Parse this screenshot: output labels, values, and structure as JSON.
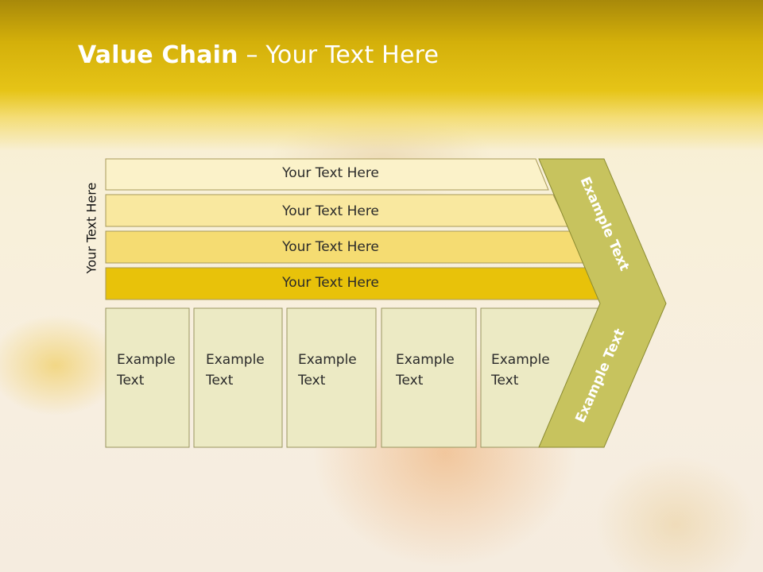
{
  "title": {
    "bold": "Value Chain",
    "rest": " – Your Text Here"
  },
  "side_label": "Your Text Here",
  "bands": [
    {
      "label": "Your Text Here",
      "color": "#fbf2c9"
    },
    {
      "label": "Your Text Here",
      "color": "#f9e89f"
    },
    {
      "label": "Your Text Here",
      "color": "#f5dc72"
    },
    {
      "label": "Your Text Here",
      "color": "#e8c20a"
    }
  ],
  "columns": [
    {
      "line1": "Example",
      "line2": "Text"
    },
    {
      "line1": "Example",
      "line2": "Text"
    },
    {
      "line1": "Example",
      "line2": "Text"
    },
    {
      "line1": "Example",
      "line2": "Text"
    },
    {
      "line1": "Example",
      "line2": "Text"
    }
  ],
  "chevron": {
    "upper_label": "Example Text",
    "lower_label": "Example Text",
    "color": "#c7c35e",
    "border": "#8a8a30"
  },
  "colors": {
    "column_fill": "#eceac4",
    "column_border": "#9a9560",
    "band_border": "#a89a5a"
  }
}
